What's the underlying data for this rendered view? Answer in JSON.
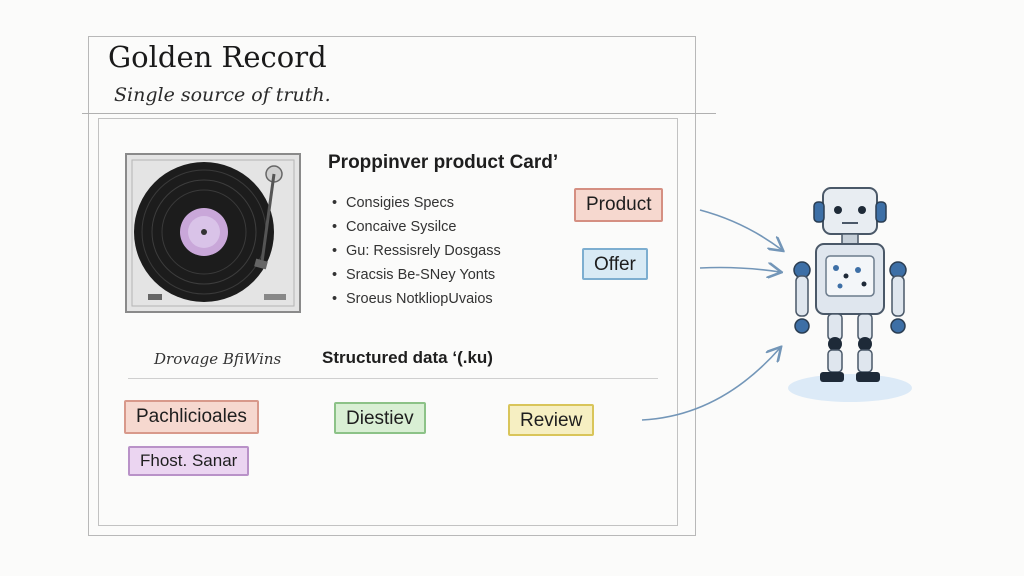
{
  "header": {
    "title": "Golden Record",
    "subtitle": "Single source of truth."
  },
  "card": {
    "title": "Proppinver product Card’",
    "specs": [
      "Consigies Specs",
      "Concaive Sysilce",
      "Gu: Ressisrely Dosgass",
      "Sracsis Be-SNey Yonts",
      "Sroeus NotkliopUvaios"
    ]
  },
  "tags": {
    "product": "Product",
    "offer": "Offer",
    "a": "Pachlicioales",
    "b": "Diestiev",
    "review": "Review",
    "c": "Fhost. Sanar"
  },
  "footer": {
    "left_label": "Drovage BfiWins",
    "structured_label": "Structured data ‘(.ku)"
  },
  "icons": {
    "turntable": "turntable-icon",
    "robot": "robot-icon"
  },
  "colors": {
    "product_fill": "#f6d8cf",
    "offer_fill": "#d8eaf5",
    "green_fill": "#d9efd4",
    "yellow_fill": "#f6efc2",
    "purple_fill": "#ebd5f1",
    "arrow": "#7396b8"
  }
}
